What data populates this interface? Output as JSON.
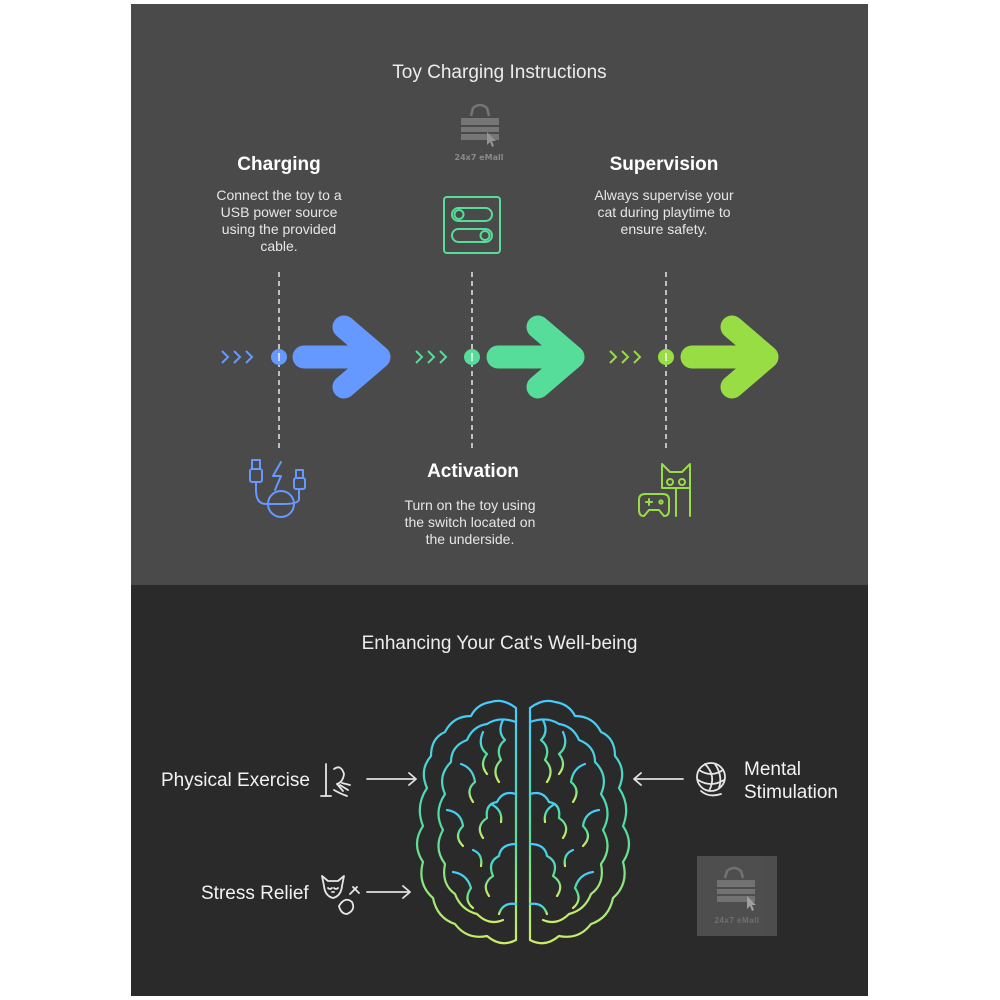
{
  "top_section": {
    "title": "Toy Charging Instructions",
    "steps": [
      {
        "heading": "Charging",
        "description": "Connect the toy to a USB power source using the provided cable.",
        "icon": "usb-charging-icon",
        "color": "#6699ff"
      },
      {
        "heading": "Activation",
        "description": "Turn on the toy using the switch located on the underside.",
        "icon": "toggle-switch-icon",
        "color": "#55dd99"
      },
      {
        "heading": "Supervision",
        "description": "Always supervise your cat during playtime to ensure safety.",
        "icon": "cat-gamepad-icon",
        "color": "#99dd44"
      }
    ]
  },
  "bottom_section": {
    "title": "Enhancing Your Cat's Well-being",
    "benefits": [
      {
        "label": "Physical Exercise",
        "icon": "cat-scratcher-icon"
      },
      {
        "label": "Mental Stimulation",
        "icon": "yarn-ball-icon"
      },
      {
        "label": "Stress Relief",
        "icon": "calm-cat-icon"
      }
    ]
  },
  "watermark": {
    "text": "24x7 eMall",
    "icon": "shopping-cart-icon"
  },
  "colors": {
    "top_background": "#4a4a4a",
    "bottom_background": "#2a2a2a",
    "brain_gradient": [
      "#44ccff",
      "#55dd99",
      "#ccee66"
    ]
  }
}
